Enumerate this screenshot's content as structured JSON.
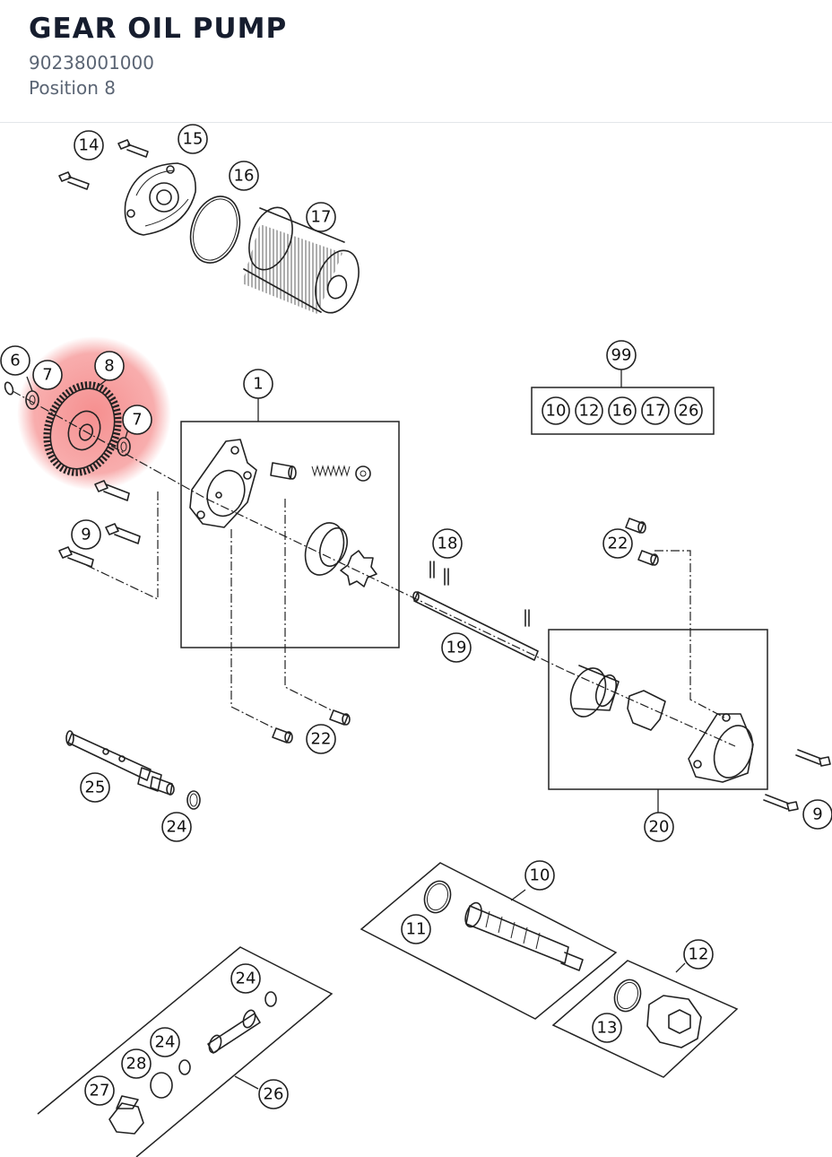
{
  "header": {
    "title": "GEAR OIL PUMP",
    "part_number": "90238001000",
    "position": "Position 8"
  },
  "highlight_color": "#f26a6a",
  "highlighted_position": "8",
  "callouts": {
    "c14": "14",
    "c15": "15",
    "c16": "16",
    "c17": "17",
    "c6": "6",
    "c7a": "7",
    "c8": "8",
    "c7b": "7",
    "c1": "1",
    "c9a": "9",
    "c99": "99",
    "k10": "10",
    "k12": "12",
    "k16": "16",
    "k17": "17",
    "k26": "26",
    "c18": "18",
    "c22a": "22",
    "c19": "19",
    "c22b": "22",
    "c25": "25",
    "c24a": "24",
    "c20": "20",
    "c9b": "9",
    "c10": "10",
    "c11": "11",
    "c12": "12",
    "c13": "13",
    "c24b": "24",
    "c24c": "24",
    "c28": "28",
    "c27": "27",
    "c26": "26"
  }
}
